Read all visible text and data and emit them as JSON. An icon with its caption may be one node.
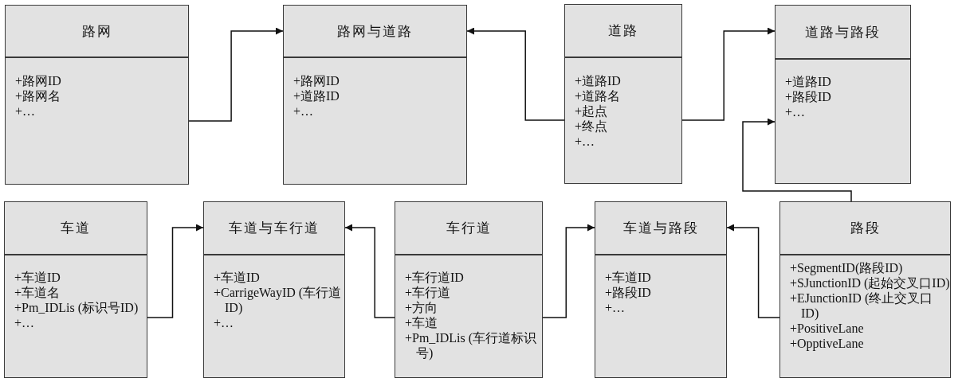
{
  "diagram": {
    "nodes": [
      {
        "text": [
          "路网",
          "+路网ID",
          "+路网名",
          "+…"
        ]
      },
      {
        "text": [
          "路网与道路",
          "+路网ID",
          "+道路ID",
          "+…"
        ]
      },
      {
        "text": [
          "道路",
          "+道路ID",
          "+道路名",
          "+起点",
          "+终点",
          "+…"
        ]
      },
      {
        "text": [
          "道路与路段",
          "+道路ID",
          "+路段ID",
          "+…"
        ]
      },
      {
        "text": [
          "车道",
          "+车道ID",
          "+车道名",
          "+Pm_IDLis (标识号ID)",
          "+…"
        ]
      },
      {
        "text": [
          "车道与车行道",
          "+车道ID",
          "+CarrigeWayID (车行道ID)",
          "+…"
        ]
      },
      {
        "text": [
          "车行道",
          "+车行道ID",
          "+车行道",
          "+方向",
          "+车道",
          "+Pm_IDLis (车行道标识号)"
        ]
      },
      {
        "text": [
          "车道与路段",
          "+车道ID",
          "+路段ID",
          "+…"
        ]
      },
      {
        "text": [
          "路段",
          "+SegmentID(路段ID)",
          "+SJunctionID (起始交叉口ID)",
          "+EJunctionID (终止交叉口ID)",
          "+PositiveLane",
          "+OpptiveLane"
        ]
      }
    ],
    "edges": [
      {
        "from": 0,
        "to": 1,
        "arrow": "to"
      },
      {
        "from": 2,
        "to": 1,
        "arrow": "to"
      },
      {
        "from": 2,
        "to": 3,
        "arrow": "to"
      },
      {
        "from": 8,
        "to": 3,
        "arrow": "to"
      },
      {
        "from": 4,
        "to": 5,
        "arrow": "to"
      },
      {
        "from": 6,
        "to": 5,
        "arrow": "to"
      },
      {
        "from": 6,
        "to": 7,
        "arrow": "to"
      },
      {
        "from": 8,
        "to": 7,
        "arrow": "to"
      }
    ]
  }
}
